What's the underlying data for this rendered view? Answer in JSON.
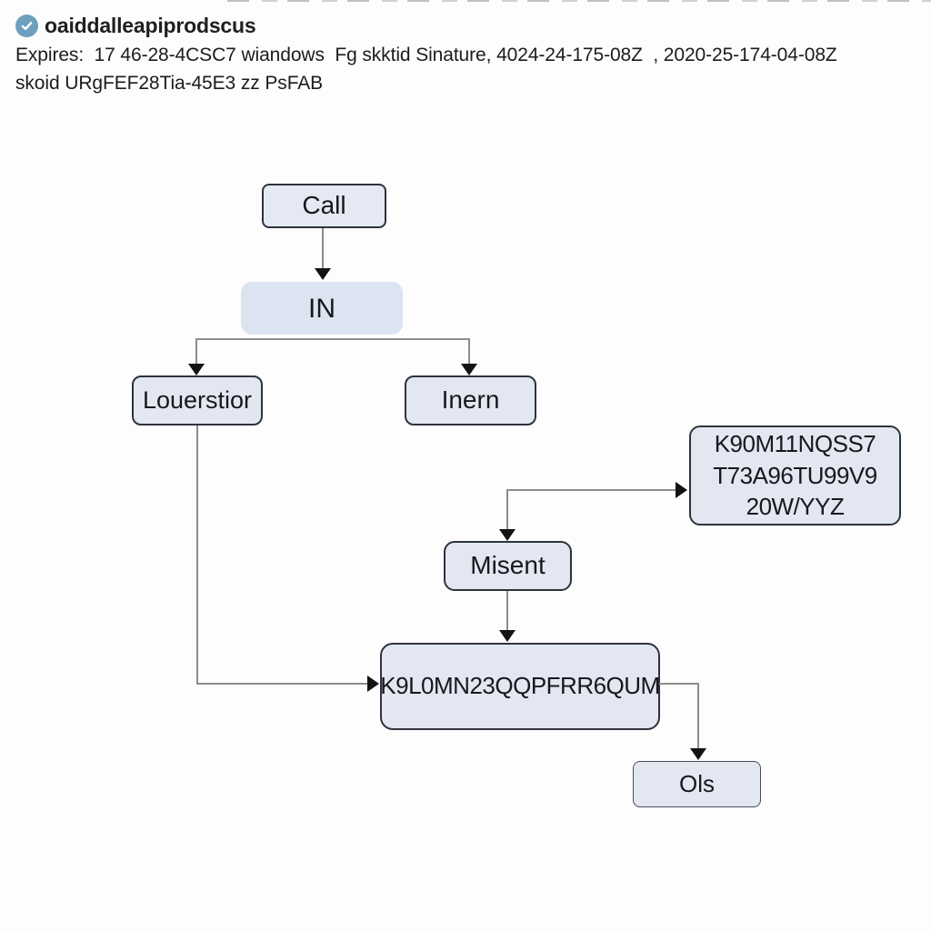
{
  "header": {
    "badge_icon": "check-circle-icon",
    "title": "oaiddalleapiprodscus",
    "expires_line": "Expires:  17 46-28-4CSC7 wiandows  Fg skktid Sinature, 4024-24-175-08Z  , 2020-25-174-04-08Z",
    "skoid_line": "skoid URgFEF28Tia-45E3 zz PsFAB"
  },
  "flowchart": {
    "type": "flowchart",
    "nodes": {
      "call": {
        "label": "Call"
      },
      "in": {
        "label": "IN"
      },
      "louerstior": {
        "label": "Louerstior"
      },
      "inern": {
        "label": "Inern"
      },
      "k90m11": {
        "lines": [
          "K90M11NQSS7",
          "T73A96TU99V9",
          "20W/YYZ"
        ]
      },
      "misent": {
        "label": "Misent"
      },
      "k9l0mn": {
        "label": "K9L0MN23QQPFRR6QUM"
      },
      "ols": {
        "label": "Ols"
      }
    },
    "edges": [
      {
        "from": "call",
        "to": "in"
      },
      {
        "from": "in",
        "to": "louerstior"
      },
      {
        "from": "in",
        "to": "inern"
      },
      {
        "from": "louerstior",
        "to": "k9l0mn"
      },
      {
        "from": "fork-junction",
        "to": "k90m11"
      },
      {
        "from": "fork-junction",
        "to": "misent"
      },
      {
        "from": "misent",
        "to": "k9l0mn"
      },
      {
        "from": "k9l0mn",
        "to": "ols"
      }
    ]
  },
  "colors": {
    "background": "#fdfdfd",
    "node_fill": "#e2e7f2",
    "node_fill_light": "#dce3f1",
    "node_border": "#2e333c",
    "connector": "#8d8d8d",
    "arrowhead": "#131313",
    "badge": "#6f9fbe",
    "text": "#1b1b1b"
  }
}
